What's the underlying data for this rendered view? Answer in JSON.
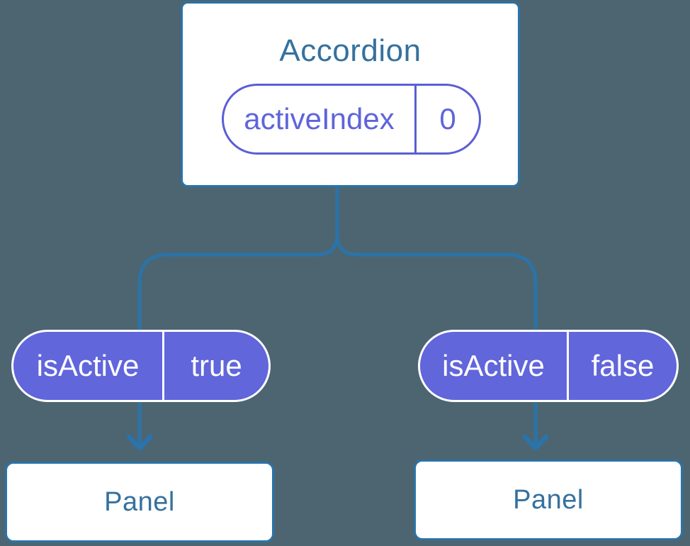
{
  "diagram": {
    "type": "react-component-tree",
    "background_color": "#4C6571",
    "colors": {
      "line_blue": "#2B73A8",
      "component_text_blue": "#35719E",
      "pill_purple_fill": "#6166DB",
      "pill_purple_outline": "#5A5FD3",
      "pill_white": "#FFFFFF"
    },
    "root": {
      "title": "Accordion",
      "state": {
        "name": "activeIndex",
        "value": "0"
      }
    },
    "children": [
      {
        "prop": {
          "name": "isActive",
          "value": "true"
        },
        "component": "Panel"
      },
      {
        "prop": {
          "name": "isActive",
          "value": "false"
        },
        "component": "Panel"
      }
    ]
  }
}
